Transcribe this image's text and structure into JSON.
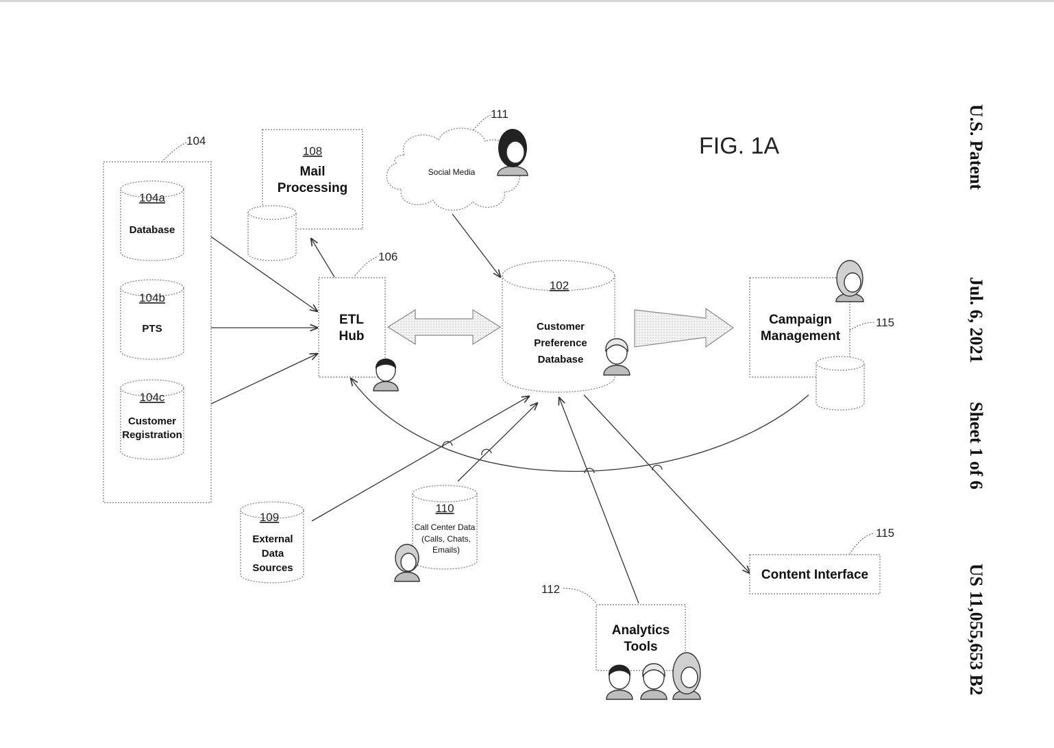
{
  "figure_label": "FIG. 1A",
  "header": {
    "publication": "U.S. Patent",
    "date": "Jul. 6, 2021",
    "sheet": "Sheet 1 of 6",
    "patent_number": "US 11,055,653 B2"
  },
  "nodes": {
    "group_104": {
      "ref": "104"
    },
    "db_104a": {
      "ref": "104a",
      "label": "Database"
    },
    "db_104b": {
      "ref": "104b",
      "label": "PTS"
    },
    "db_104c": {
      "ref": "104c",
      "label_line1": "Customer",
      "label_line2": "Registration"
    },
    "mail_108": {
      "ref": "108",
      "label_line1": "Mail",
      "label_line2": "Processing"
    },
    "social_111": {
      "ref": "111",
      "label": "Social Media"
    },
    "etl_106": {
      "ref": "106",
      "label_line1": "ETL",
      "label_line2": "Hub"
    },
    "cpd_102": {
      "ref": "102",
      "label_line1": "Customer",
      "label_line2": "Preference",
      "label_line3": "Database"
    },
    "campaign": {
      "ref": "115",
      "label_line1": "Campaign",
      "label_line2": "Management"
    },
    "ext_109": {
      "ref": "109",
      "label_line1": "External",
      "label_line2": "Data",
      "label_line3": "Sources"
    },
    "callcenter_110": {
      "ref": "110",
      "label_line1": "Call Center Data",
      "label_line2": "(Calls, Chats,",
      "label_line3": "Emails)"
    },
    "content": {
      "ref": "115",
      "label": "Content Interface"
    },
    "analytics_112": {
      "ref": "112",
      "label_line1": "Analytics",
      "label_line2": "Tools"
    }
  },
  "icons": [
    "person-icon",
    "database-icon",
    "cloud-icon",
    "arrow-icon"
  ]
}
